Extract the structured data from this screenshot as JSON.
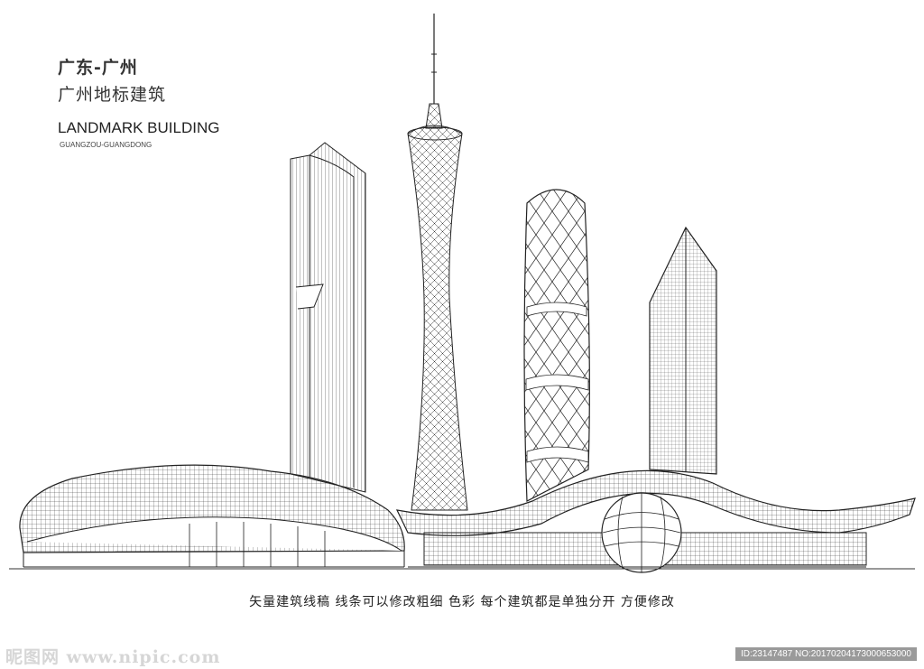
{
  "header": {
    "title_cn": "广东-广州",
    "subtitle_cn": "广州地标建筑",
    "title_en": "LANDMARK BUILDING",
    "subtitle_en": "GUANGZOU-GUANGDONG"
  },
  "caption": "矢量建筑线稿   线条可以修改粗细   色彩   每个建筑都是单独分开   方便修改",
  "watermark": {
    "logo": "昵图网 www.nipic.com",
    "id": "ID:23147487 NO:20170204173000653000"
  }
}
